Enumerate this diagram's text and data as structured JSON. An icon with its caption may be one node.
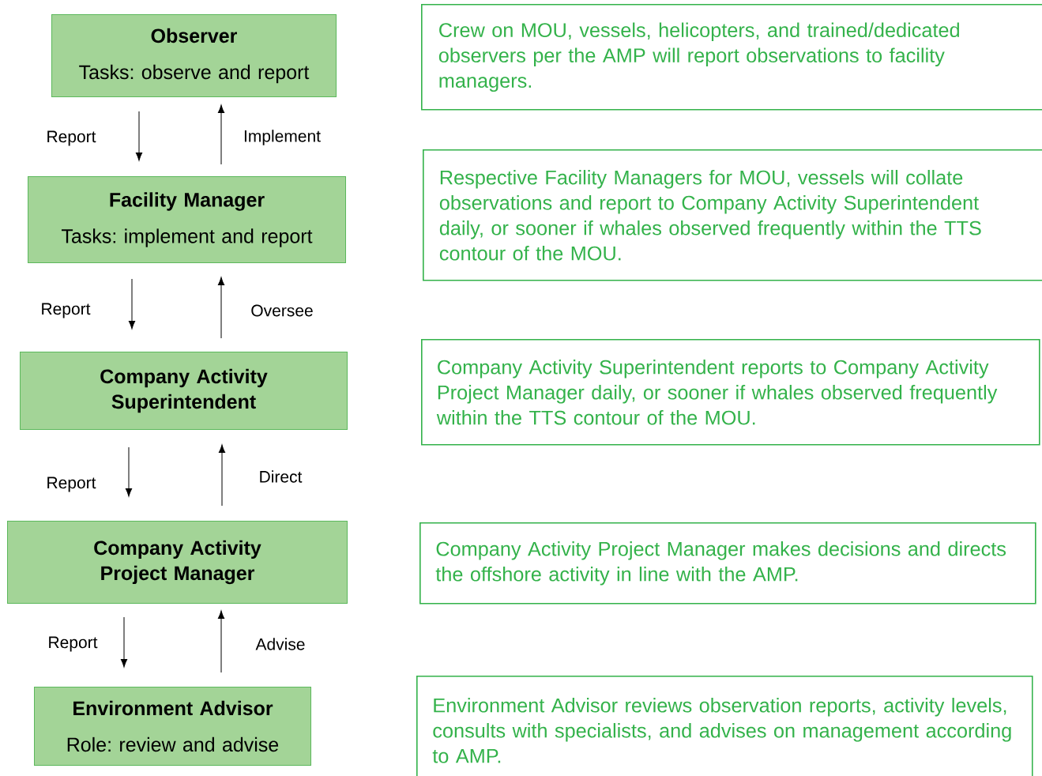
{
  "diagram": {
    "nodes": [
      {
        "text": [
          "Observer",
          "Tasks: observe and report"
        ]
      },
      {
        "text": [
          "Facility Manager",
          "Tasks: implement and report"
        ]
      },
      {
        "text": [
          "Company Activity Superintendent"
        ]
      },
      {
        "text": [
          "Company Activity Project Manager"
        ]
      },
      {
        "text": [
          "Environment Advisor",
          "Role: review and advise"
        ]
      },
      {
        "text": [
          "Crew on MOU, vessels, helicopters, and trained/dedicated observers per the AMP will report observations to facility managers."
        ]
      },
      {
        "text": [
          "Respective Facility Managers for MOU, vessels will collate observations and report to Company Activity Superintendent daily, or sooner if whales observed frequently within the TTS contour of the MOU."
        ]
      },
      {
        "text": [
          "Company Activity Superintendent reports to Company Activity Project Manager daily, or sooner if whales observed frequently within the TTS contour of the MOU."
        ]
      },
      {
        "text": [
          "Company Activity Project Manager makes decisions and directs the offshore activity in line with the AMP."
        ]
      },
      {
        "text": [
          "Environment Advisor reviews observation reports, activity levels, consults with specialists, and advises on management according to AMP."
        ]
      }
    ],
    "edges": [
      {
        "from": 0,
        "to": 1,
        "arrow": "to",
        "label": "Report"
      },
      {
        "from": 1,
        "to": 0,
        "arrow": "to",
        "label": "Implement"
      },
      {
        "from": 1,
        "to": 2,
        "arrow": "to",
        "label": "Report"
      },
      {
        "from": 2,
        "to": 1,
        "arrow": "to",
        "label": "Oversee"
      },
      {
        "from": 2,
        "to": 3,
        "arrow": "to",
        "label": "Report"
      },
      {
        "from": 3,
        "to": 2,
        "arrow": "to",
        "label": "Direct"
      },
      {
        "from": 3,
        "to": 4,
        "arrow": "to",
        "label": "Report"
      },
      {
        "from": 4,
        "to": 3,
        "arrow": "to",
        "label": "Advise"
      }
    ]
  }
}
